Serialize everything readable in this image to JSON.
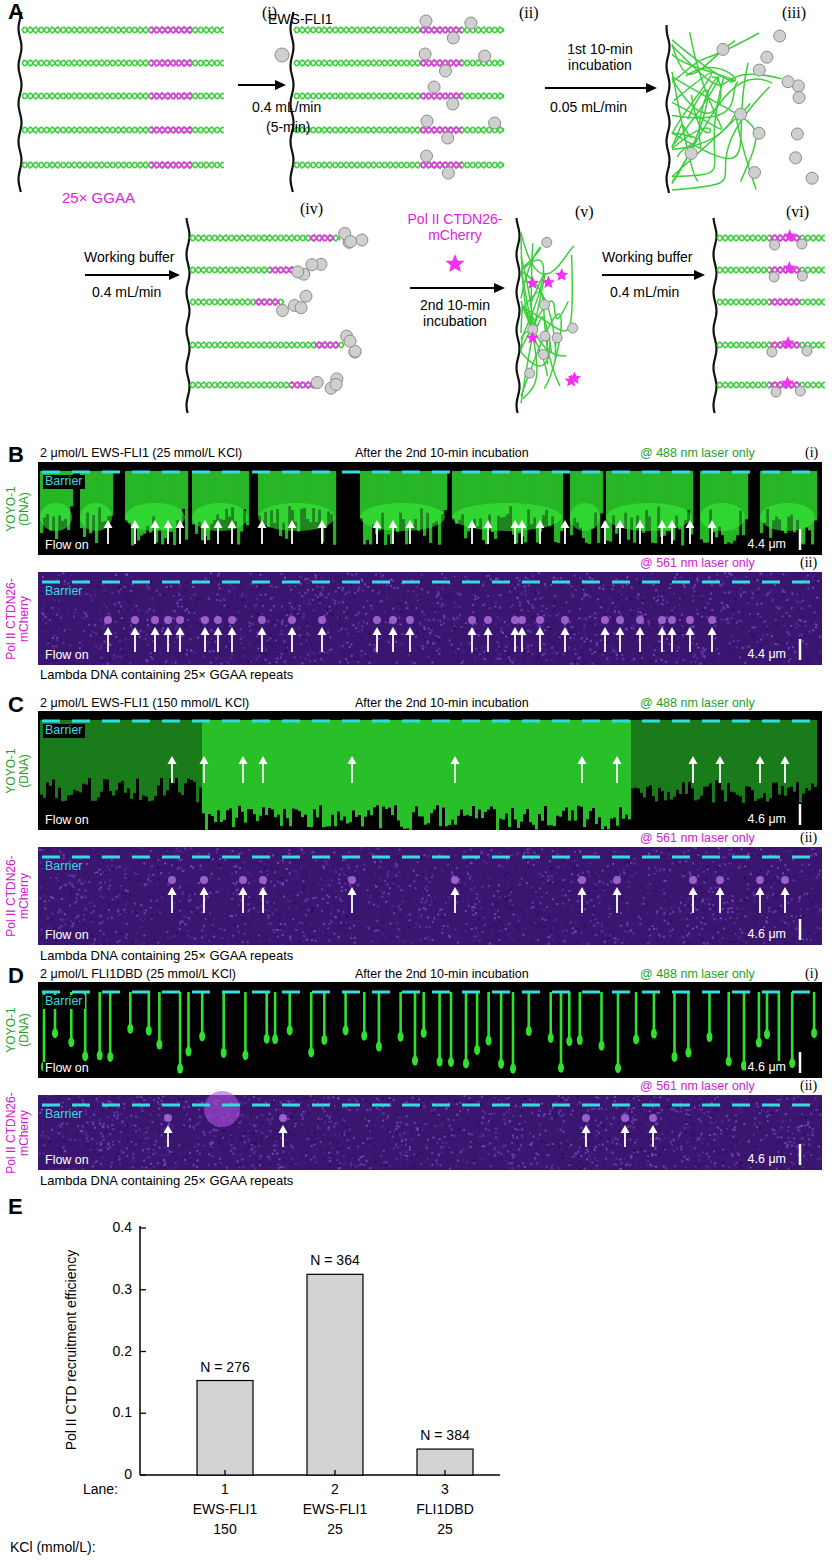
{
  "diagram": {
    "nodes": [
      {
        "text": [
          "Barrier",
          "Flow on",
          "4.4 μm"
        ]
      },
      {
        "text": [
          "Barrier",
          "Flow on",
          "4.4 μm"
        ]
      },
      {
        "text": [
          "Barrier",
          "Flow on",
          "4.6 μm"
        ]
      },
      {
        "text": [
          "Barrier",
          "Flow on",
          "4.6 μm"
        ]
      },
      {
        "text": [
          "Barrier",
          "Flow on",
          "4.6 μm"
        ]
      },
      {
        "text": [
          "Barrier",
          "Flow on",
          "4.6 μm"
        ]
      }
    ],
    "labels": [
      "A",
      "(i)",
      "25× GGAA",
      "EWS-FLI1",
      "0.4 mL/min",
      "(5-min)",
      "(ii)",
      "1st 10-min incubation",
      "0.05 mL/min",
      "(iii)",
      "Working buffer",
      "0.4 mL/min",
      "(iv)",
      "Pol II CTDN26-mCherry",
      "2nd 10-min incubation",
      "(v)",
      "Working buffer",
      "0.4 mL/min",
      "(vi)",
      "B",
      "2 μmol/L EWS-FLI1 (25 mmol/L KCl)",
      "After the 2nd 10-min incubation",
      "@ 488 nm laser only",
      "(i)",
      "YOYO-1 (DNA)",
      "@ 561 nm laser only",
      "(ii)",
      "Pol II CTDN26-mCherry",
      "Lambda DNA containing 25× GGAA repeats",
      "C",
      "2 μmol/L EWS-FLI1 (150 mmol/L KCl)",
      "After the 2nd 10-min incubation",
      "@ 488 nm laser only",
      "YOYO-1 (DNA)",
      "@ 561 nm laser only",
      "(ii)",
      "Pol II CTDN26-mCherry",
      "Lambda DNA containing 25× GGAA repeats",
      "D",
      "2 μmol/L FLI1DBD (25 mmol/L KCl)",
      "After the 2nd 10-min incubation",
      "@ 488 nm laser only",
      "(i)",
      "YOYO-1 (DNA)",
      "@ 561 nm laser only",
      "(ii)",
      "Pol II CTDN26-mCherry",
      "Lambda DNA containing 25× GGAA repeats",
      "E",
      "Pol II CTD recruitment efficiency",
      "0.4",
      "0.3",
      "0.2",
      "0.1",
      "0",
      "N = 276",
      "N = 364",
      "N = 384",
      "Lane:",
      "1",
      "2",
      "3",
      "EWS-FLI1",
      "EWS-FLI1",
      "FLI1DBD",
      "150",
      "25",
      "25",
      "KCl (mmol/L):"
    ]
  }
}
